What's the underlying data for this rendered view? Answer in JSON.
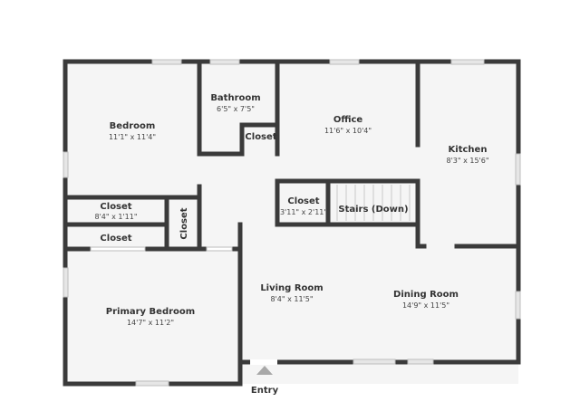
{
  "floorplan": {
    "rooms": [
      {
        "id": "bedroom",
        "name": "Bedroom",
        "dims": "11'1\" x 11'4\""
      },
      {
        "id": "bathroom",
        "name": "Bathroom",
        "dims": "6'5\" x 7'5\""
      },
      {
        "id": "office",
        "name": "Office",
        "dims": "11'6\" x 10'4\""
      },
      {
        "id": "kitchen",
        "name": "Kitchen",
        "dims": "8'3\" x 15'6\""
      },
      {
        "id": "closet-small",
        "name": "Closet",
        "dims": "3'11\" x 2'11\""
      },
      {
        "id": "closet-bedroom",
        "name": "Closet",
        "dims": "8'4\" x 1'11\""
      },
      {
        "id": "living-room",
        "name": "Living Room",
        "dims": "8'4\" x 11'5\""
      },
      {
        "id": "dining-room",
        "name": "Dining Room",
        "dims": "14'9\" x 11'5\""
      },
      {
        "id": "primary-bedroom",
        "name": "Primary Bedroom",
        "dims": "14'7\" x 11'2\""
      }
    ],
    "labels": {
      "bath_closet": "Closet",
      "lower_closet": "Closet",
      "vertical_closet": "Closet",
      "stairs": "Stairs (Down)",
      "entry": "Entry"
    },
    "colors": {
      "wall": "#3a3a3a",
      "window": "#d0d0d0",
      "background": "#f7f7f7",
      "entry_marker": "#a8a8a8"
    }
  }
}
